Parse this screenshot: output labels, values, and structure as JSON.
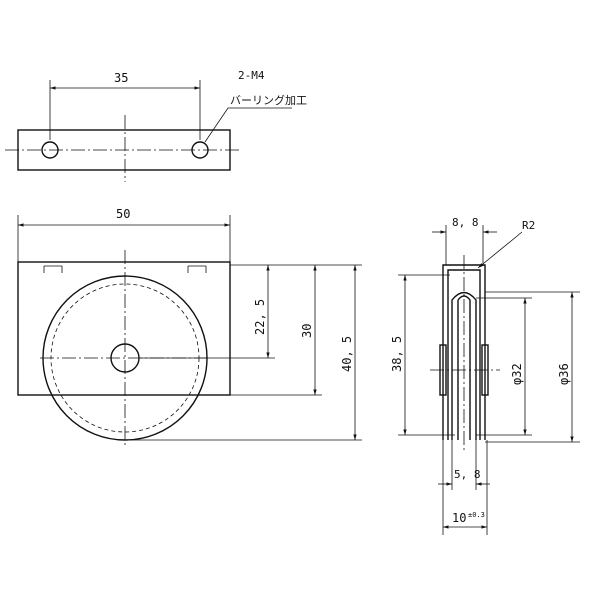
{
  "top_view": {
    "dim_hole_spacing": "35",
    "hole_note": "2-M4",
    "hole_process": "バーリング加工"
  },
  "front_view": {
    "dim_width": "50",
    "dim_axle_height": "22, 5",
    "dim_bracket_height": "30",
    "dim_total_height": "40, 5"
  },
  "side_view": {
    "dim_top_width": "8, 8",
    "radius_note": "R2",
    "dim_height": "38, 5",
    "dim_groove_dia": "φ32",
    "dim_wheel_dia": "φ36",
    "dim_groove_width": "5, 8",
    "dim_width": "10",
    "dim_tolerance": "±0.3"
  }
}
